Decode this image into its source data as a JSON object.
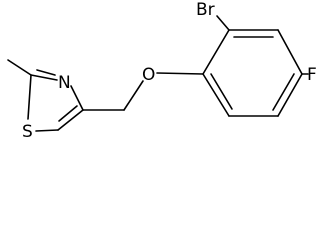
{
  "molecule": {
    "atoms": {
      "bromine": "Br",
      "fluorine": "F",
      "oxygen": "O",
      "nitrogen": "N",
      "sulfur": "S"
    },
    "colors": {
      "bond": "#000000",
      "label": "#000000",
      "background": "#ffffff"
    }
  }
}
